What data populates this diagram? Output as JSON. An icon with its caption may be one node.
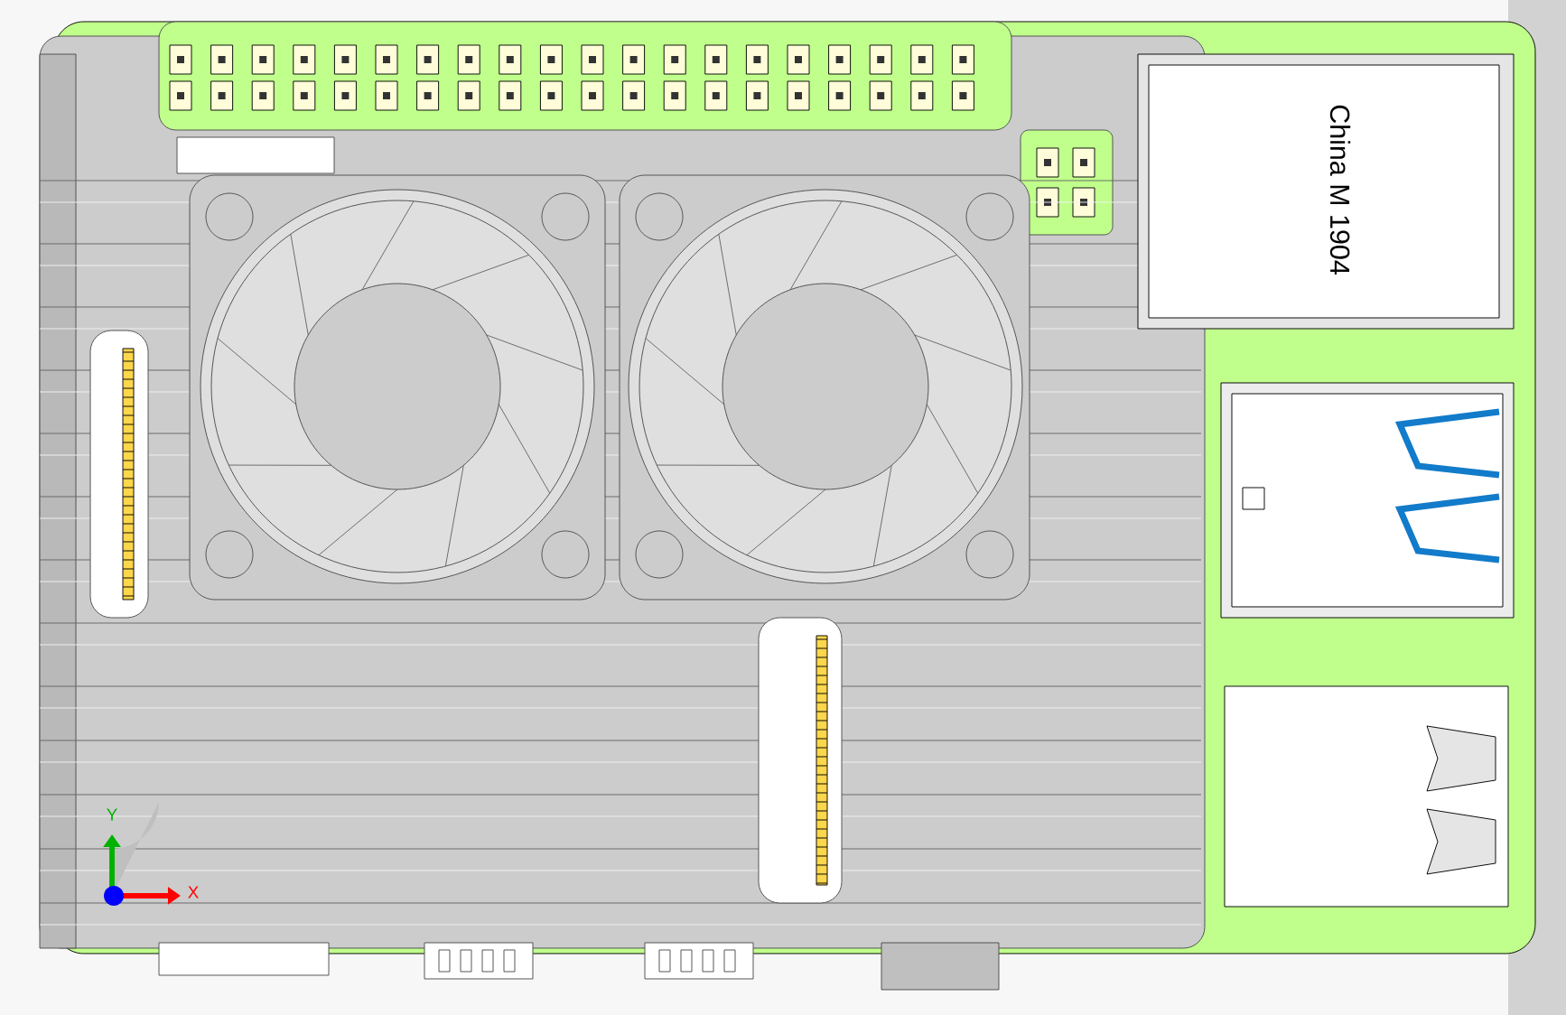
{
  "diagram": {
    "labels": [
      "China M 1904",
      "Y",
      "X"
    ]
  }
}
